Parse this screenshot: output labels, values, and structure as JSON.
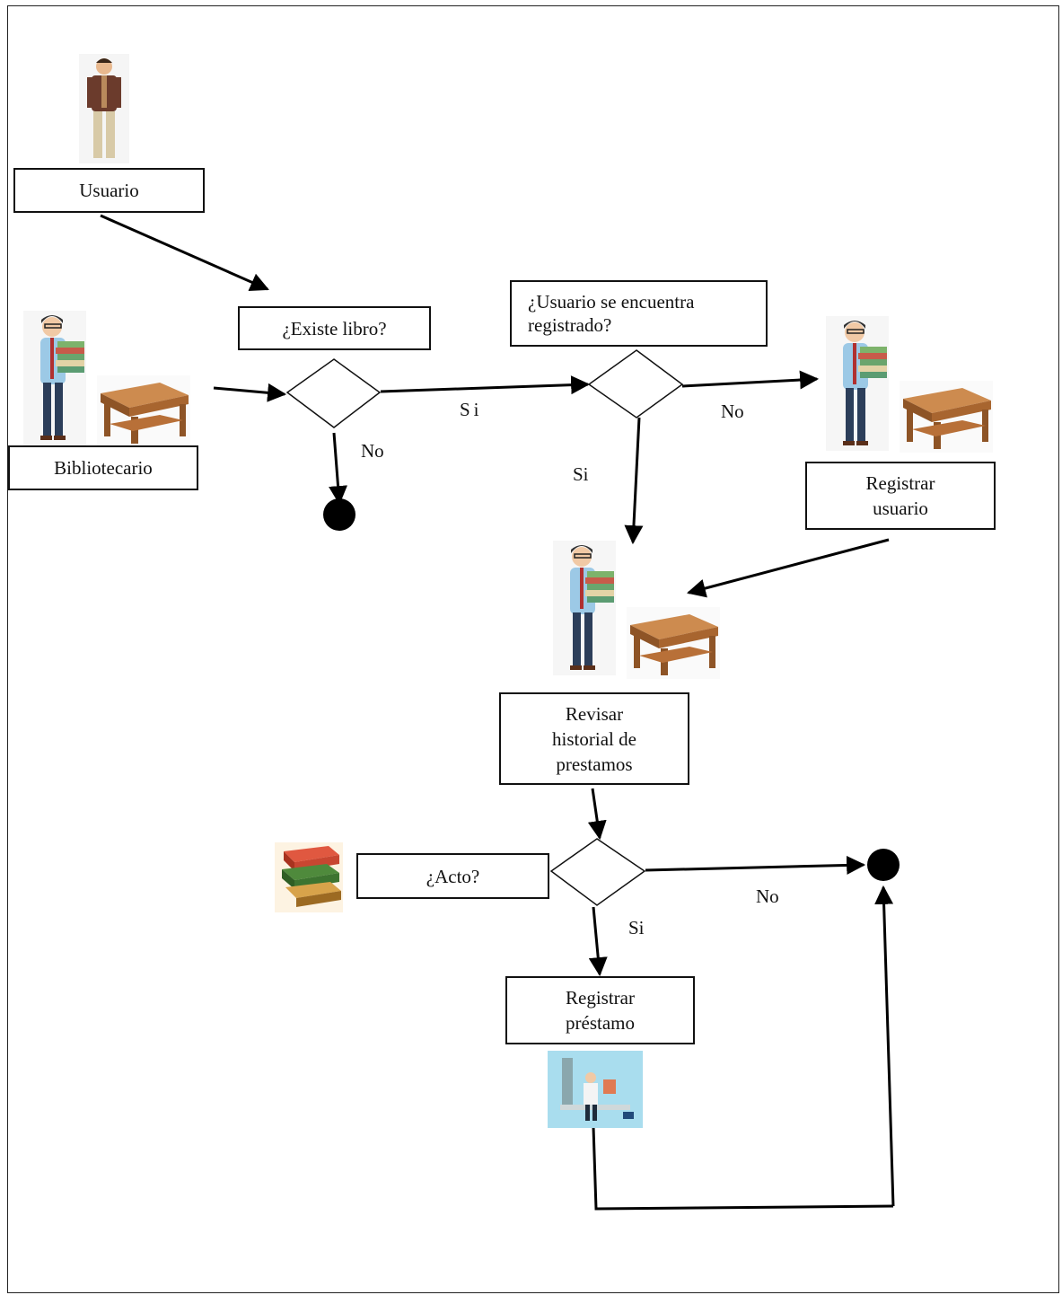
{
  "actors": {
    "usuario": "Usuario",
    "bibliotecario": "Bibliotecario"
  },
  "decisions": {
    "existe_libro": "¿Existe libro?",
    "usuario_registrado": "¿Usuario se encuentra\nregistrado?",
    "acto": "¿Acto?"
  },
  "activities": {
    "registrar_usuario": "Registrar\nusuario",
    "revisar_historial": "Revisar\nhistorial de\nprestamos",
    "registrar_prestamo": "Registrar\npréstamo"
  },
  "branch_labels": {
    "si_1": "Si",
    "no_1": "No",
    "no_2": "No",
    "si_2": "Si",
    "no_3": "No",
    "si_3": "Si"
  },
  "icons": {
    "user": "man-icon",
    "librarian": "librarian-with-books-icon",
    "desk": "desk-icon",
    "books": "book-stack-icon",
    "loan_scene": "library-loan-icon",
    "end": "final-node"
  },
  "colors": {
    "line": "#000000",
    "box_border": "#111111",
    "desk": "#b5713a",
    "loan_bg": "#a9ddee"
  }
}
